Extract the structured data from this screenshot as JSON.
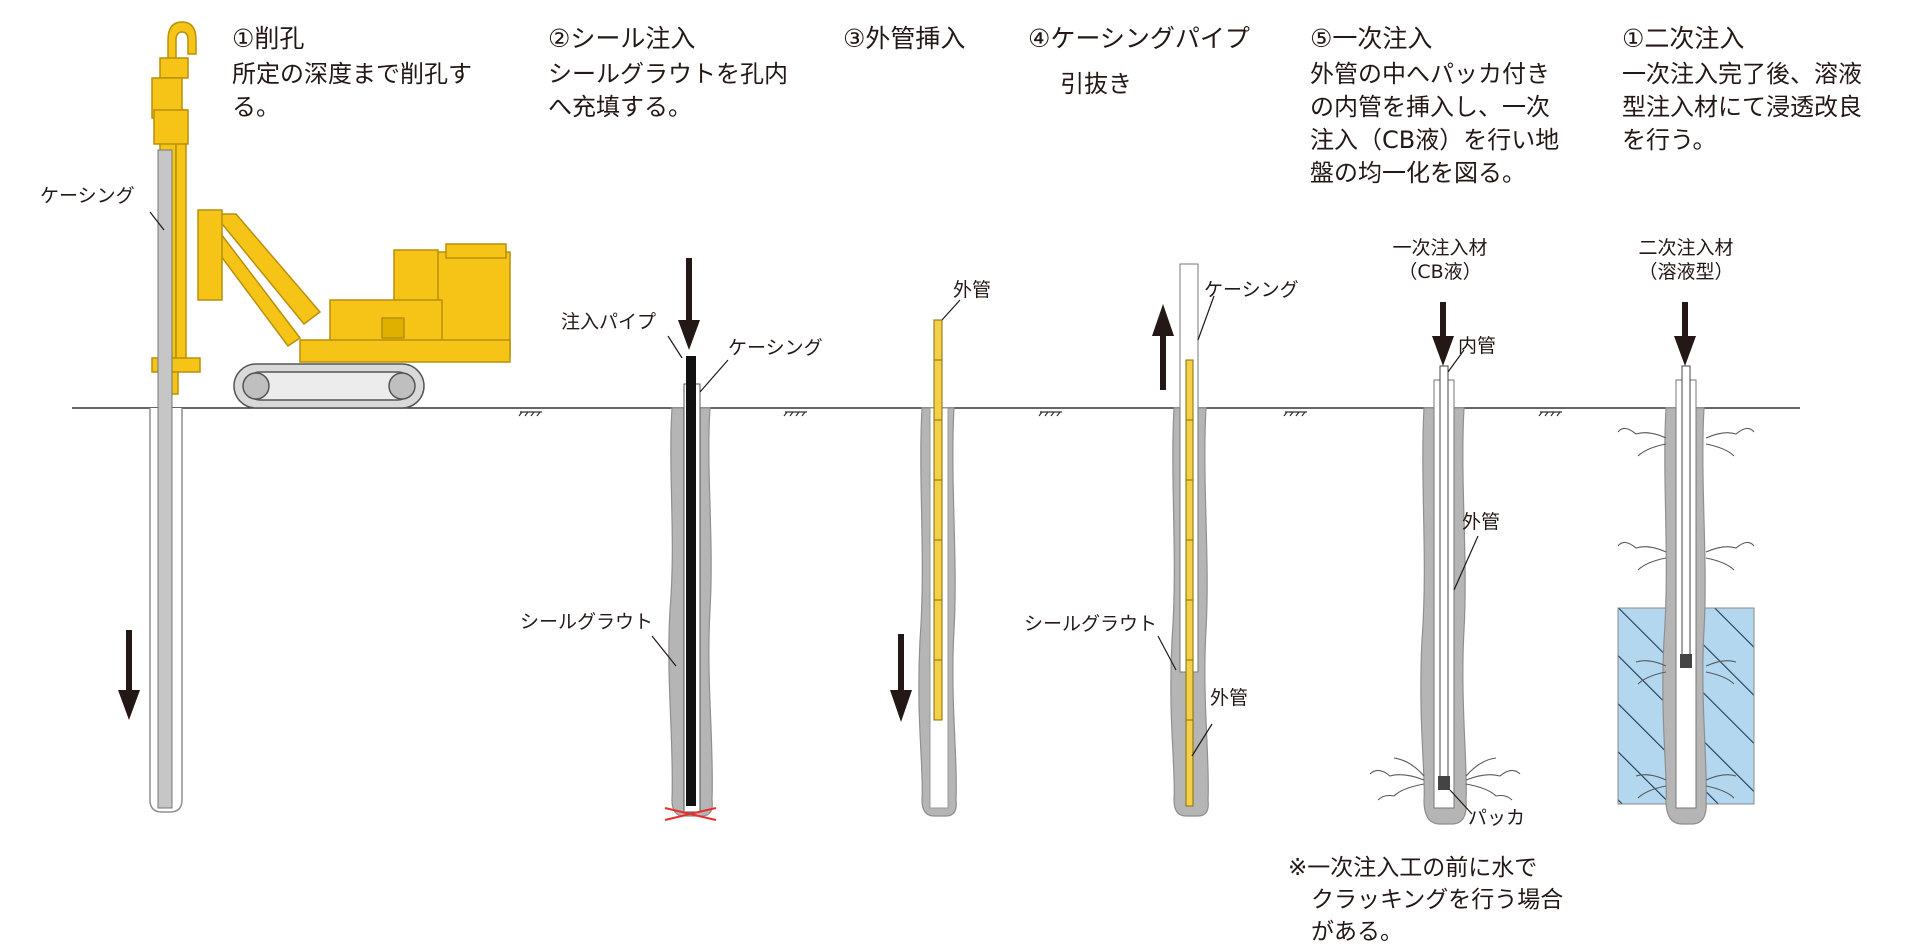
{
  "steps": [
    {
      "title": "①削孔",
      "desc": "所定の深度まで削孔す\nる。"
    },
    {
      "title": "②シール注入",
      "desc": "シールグラウトを孔内\nへ充填する。"
    },
    {
      "title": "③外管挿入",
      "desc": ""
    },
    {
      "title": "④ケーシングパイプ",
      "desc": "引抜き"
    },
    {
      "title": "⑤一次注入",
      "desc": "外管の中へパッカ付き\nの内管を挿入し、一次\n注入（CB液）を行い地\n盤の均一化を図る。"
    },
    {
      "title": "①二次注入",
      "desc": "一次注入完了後、溶液\n型注入材にて浸透改良\nを行う。"
    }
  ],
  "labels": {
    "casing_1": "ケーシング",
    "inject_pipe": "注入パイプ",
    "casing_2": "ケーシング",
    "seal_grout_2": "シールグラウト",
    "outer_pipe_3": "外管",
    "casing_4": "ケーシング",
    "seal_grout_4": "シールグラウト",
    "outer_pipe_4": "外管",
    "primary_material": "一次注入材\n（CB液）",
    "inner_pipe": "内管",
    "outer_pipe_5": "外管",
    "packer": "パッカ",
    "secondary_material": "二次注入材\n（溶液型）"
  },
  "note": "※一次注入工の前に水で\n　クラッキングを行う場合\n　がある。",
  "colors": {
    "machine": "#f6c416",
    "machine_dark": "#c99a00",
    "grout": "#b5b5b5",
    "grout_edge": "#8f8f8f",
    "arrow": "#231815",
    "improved_zone": "#b3d7ef",
    "pipe_yellow": "#f3cf4a",
    "crack": "#5a5a5a",
    "red": "#e8302a"
  }
}
